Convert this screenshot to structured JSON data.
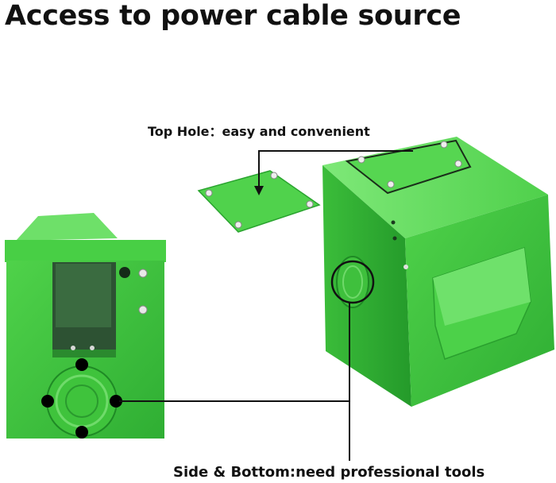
{
  "title": "Access to power cable source",
  "labels": {
    "top_hole": "Top Hole：easy and convenient",
    "side_bottom": "Side & Bottom:need professional tools"
  },
  "colors": {
    "box_green": "#3cc63c",
    "box_green_dark": "#23962a",
    "box_green_light": "#6fe16a",
    "interior_dark": "#2c4a32",
    "callout_line": "#111111"
  }
}
